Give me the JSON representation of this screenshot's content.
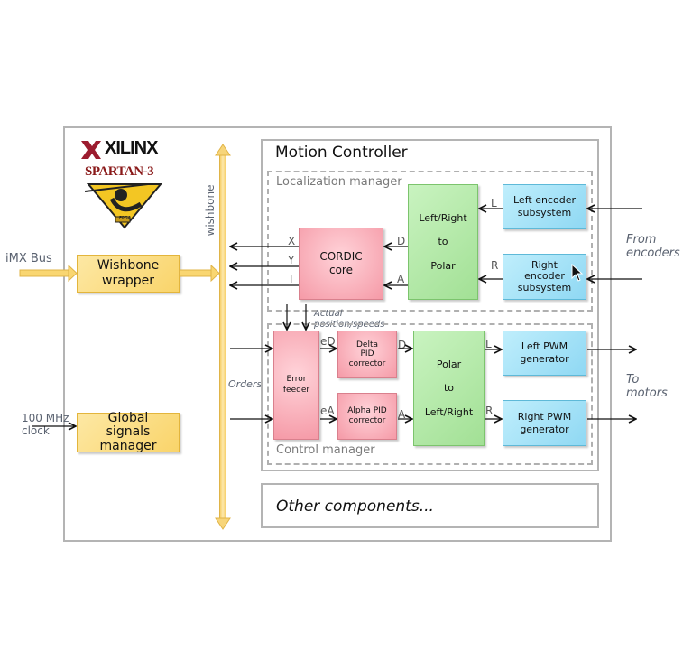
{
  "external_labels": {
    "imx_bus": "iMX Bus",
    "clock_line1": "100 MHz",
    "clock_line2": "clock",
    "from_encoders_line1": "From",
    "from_encoders_line2": "encoders",
    "to_motors_line1": "To",
    "to_motors_line2": "motors"
  },
  "fpga": {
    "logo_brand": "XILINX",
    "logo_product": "SPARTAN-3",
    "logo_badge": "FPGA",
    "wishbone_bus_label": "wishbone",
    "orders_label": "Orders",
    "blocks": {
      "wishbone_wrapper": "Wishbone\nwrapper",
      "global_signals_manager": "Global\nsignals\nmanager"
    }
  },
  "motion_controller": {
    "title": "Motion Controller",
    "localization_manager": {
      "title": "Localization manager",
      "blocks": {
        "cordic_core": "CORDIC\ncore",
        "lr_to_polar": "Left/Right\n\nto\n\nPolar",
        "left_encoder": "Left encoder\nsubsystem",
        "right_encoder": "Right\nencoder\nsubsystem"
      },
      "signals": {
        "x": "X",
        "y": "Y",
        "t": "T",
        "d": "D",
        "a": "A",
        "l": "L",
        "r": "R"
      }
    },
    "actual_label_line1": "Actual",
    "actual_label_line2": "position/speeds",
    "control_manager": {
      "title": "Control manager",
      "blocks": {
        "error_feeder": "Error\nfeeder",
        "delta_pid": "Delta\nPID\ncorrector",
        "alpha_pid": "Alpha PID\ncorrector",
        "polar_to_lr": "Polar\n\nto\n\nLeft/Right",
        "left_pwm": "Left PWM\ngenerator",
        "right_pwm": "Right PWM\ngenerator"
      },
      "signals": {
        "ed": "eD",
        "ea": "eA",
        "d": "D",
        "a": "A",
        "l": "L",
        "r": "R"
      }
    }
  },
  "other_components": "Other components..."
}
